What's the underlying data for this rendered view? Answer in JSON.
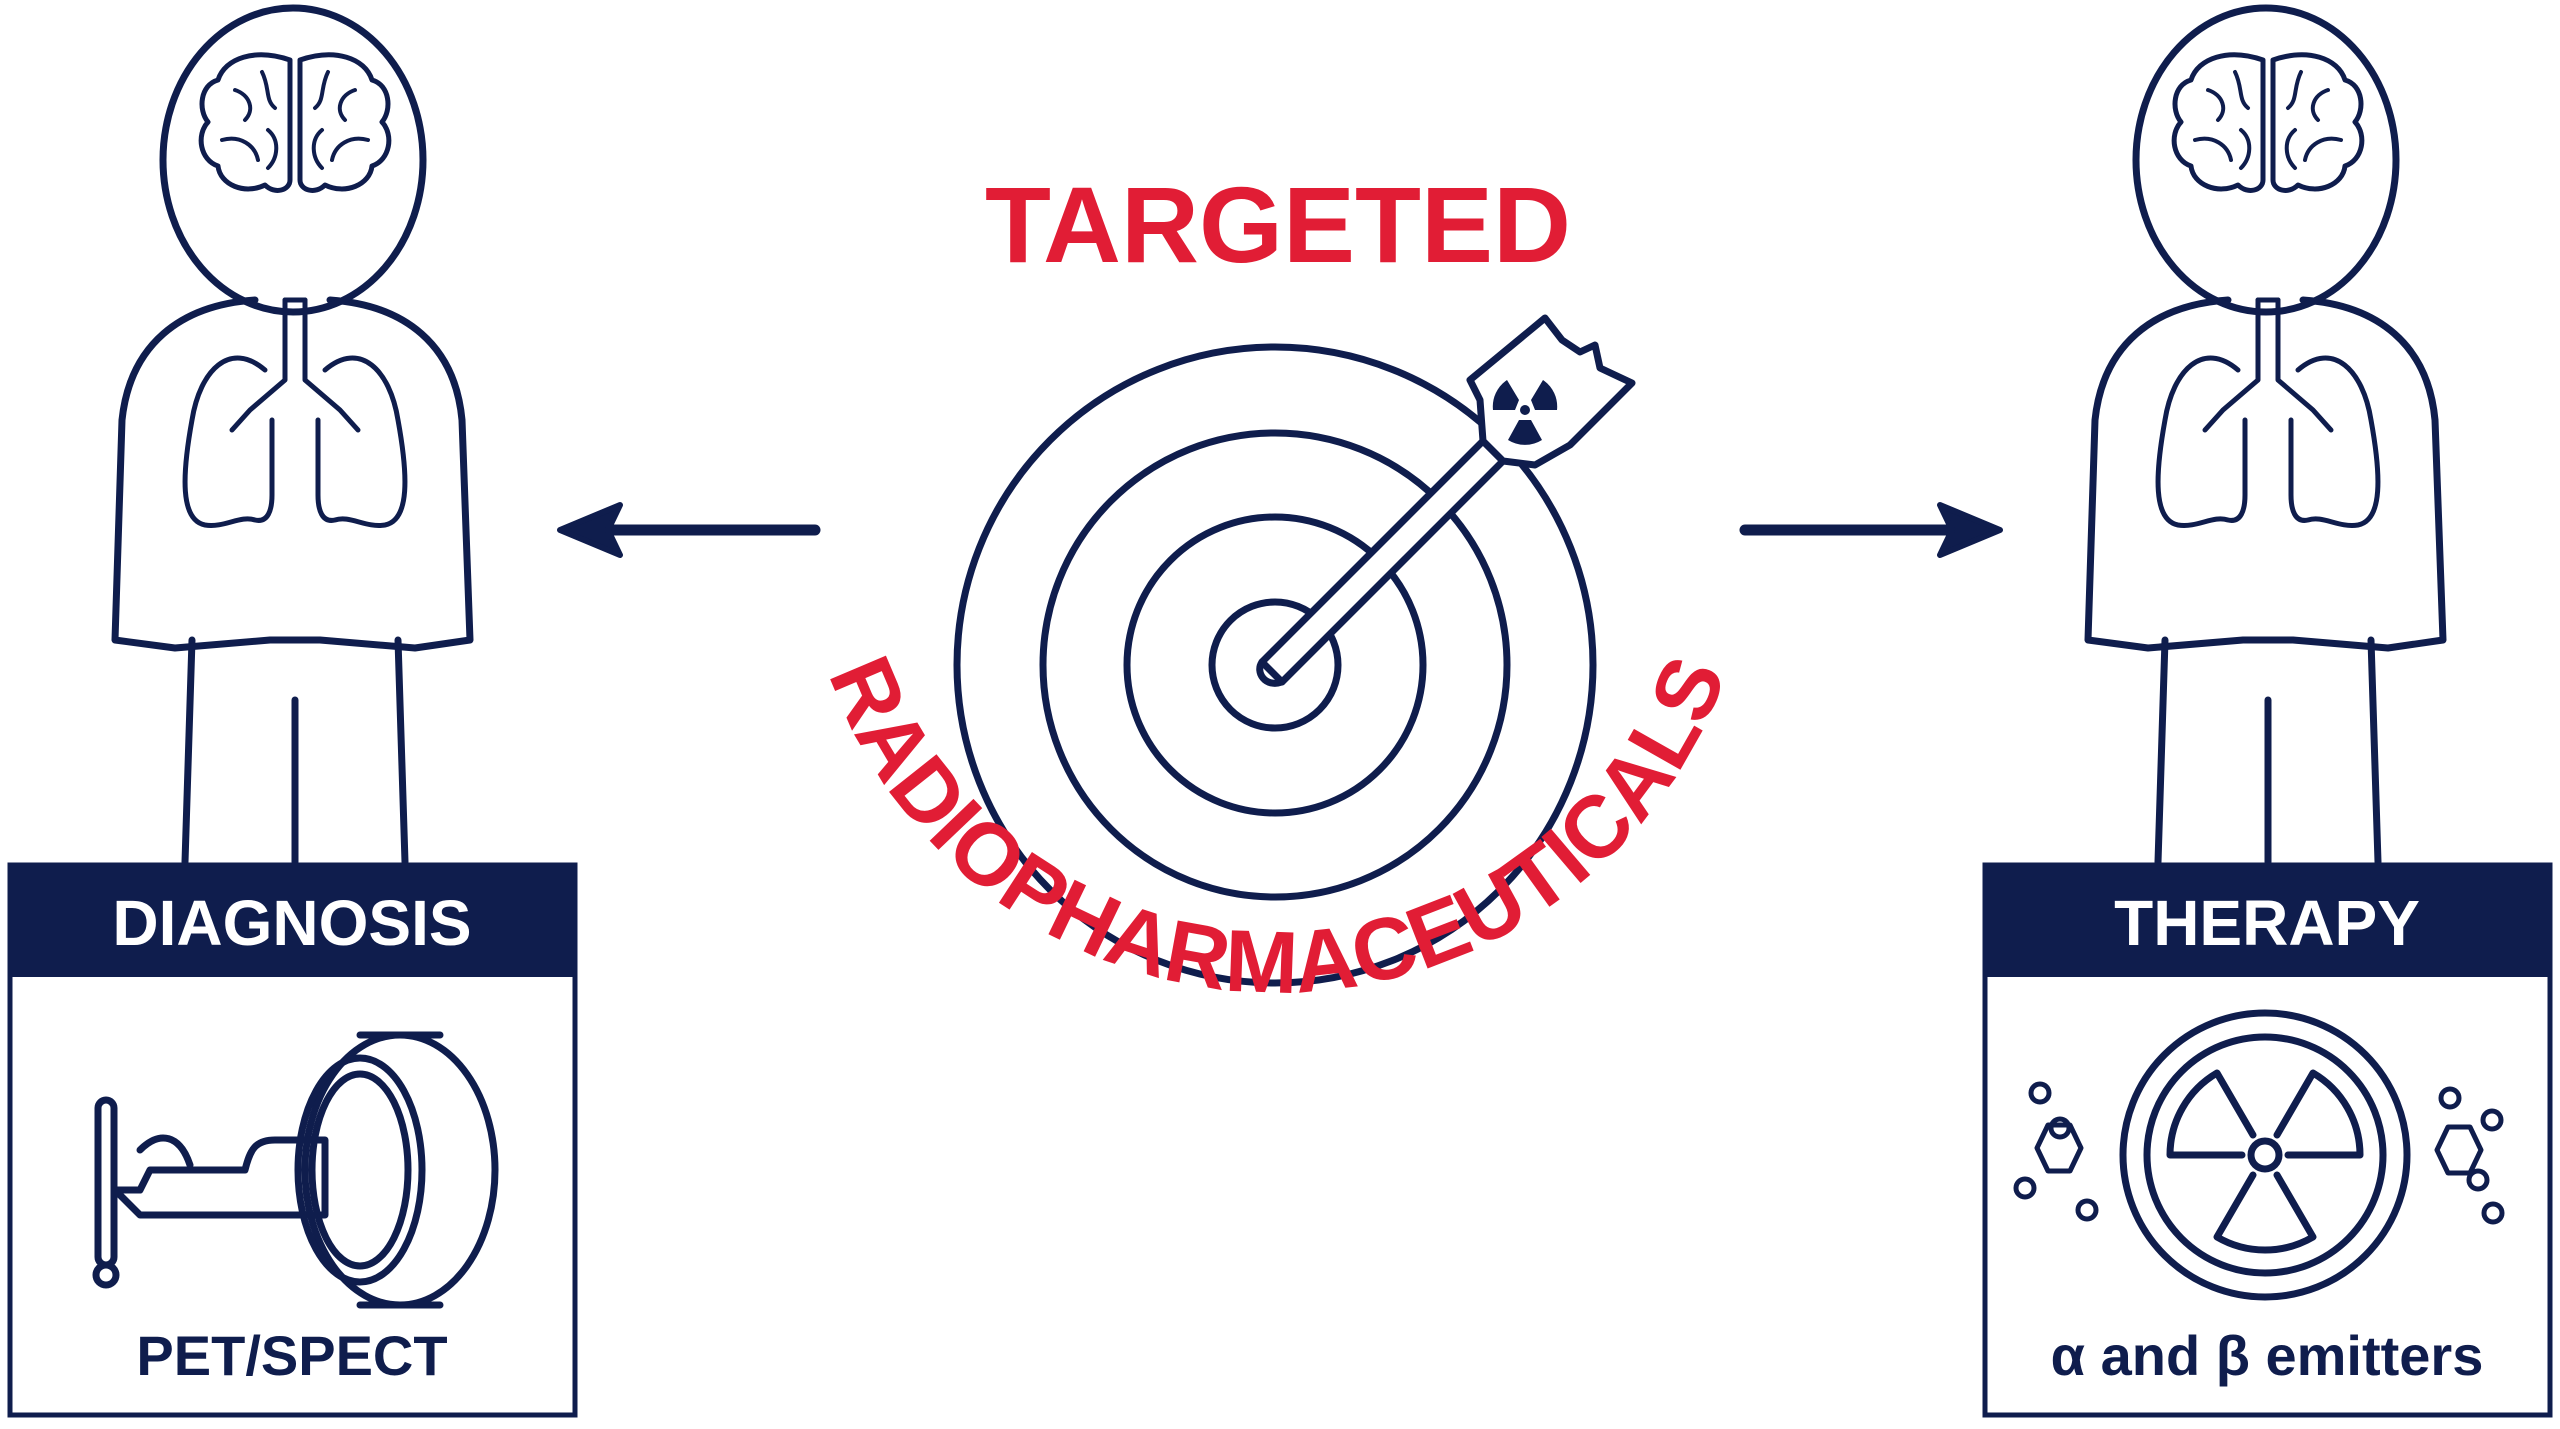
{
  "colors": {
    "navy": "#0f1d4d",
    "red": "#e11d35",
    "white": "#ffffff"
  },
  "center": {
    "title_top": "TARGETED",
    "title_arc": "RADIOPHARMACEUTICALS",
    "icon": "target-with-radioactive-arrow-icon"
  },
  "left_panel": {
    "header": "DIAGNOSIS",
    "caption": "PET/SPECT",
    "icon": "scanner-bed-icon"
  },
  "right_panel": {
    "header": "THERAPY",
    "caption": "α and β emitters",
    "icon": "radiation-symbol-icon"
  },
  "arrows": {
    "left": "arrow-left-icon",
    "right": "arrow-right-icon"
  }
}
